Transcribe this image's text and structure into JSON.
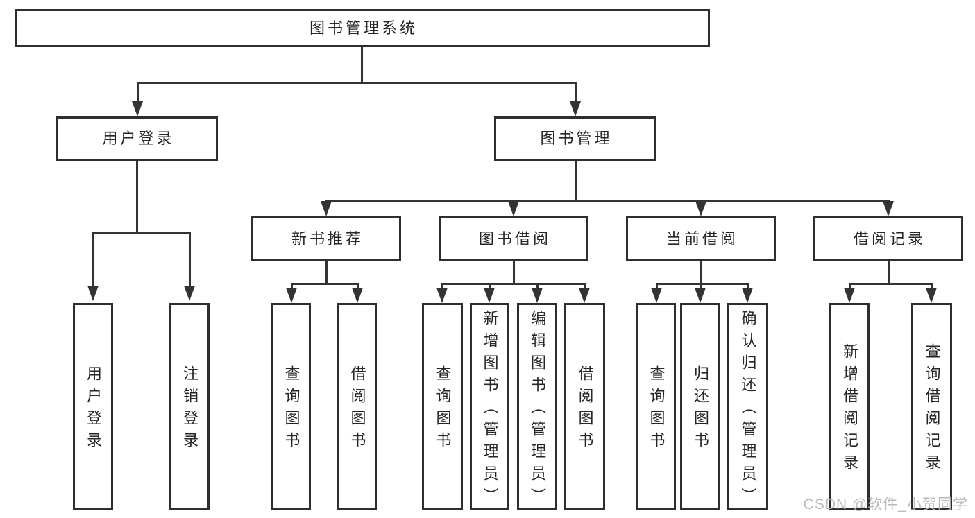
{
  "colors": {
    "line": "#333333",
    "box_border": "#2e2e2e",
    "text": "#262626",
    "watermark": "#b5b5b5",
    "background": "#ffffff"
  },
  "watermark": "CSDN @软件_小贺同学",
  "tree": {
    "root": {
      "label": "图书管理系统",
      "children": [
        {
          "label": "用户登录",
          "children": [
            {
              "label": "用户登录"
            },
            {
              "label": "注销登录"
            }
          ]
        },
        {
          "label": "图书管理",
          "children": [
            {
              "label": "新书推荐",
              "children": [
                {
                  "label": "查询图书"
                },
                {
                  "label": "借阅图书"
                }
              ]
            },
            {
              "label": "图书借阅",
              "children": [
                {
                  "label": "查询图书"
                },
                {
                  "label": "新增图书（管理员）"
                },
                {
                  "label": "编辑图书（管理员）"
                },
                {
                  "label": "借阅图书"
                }
              ]
            },
            {
              "label": "当前借阅",
              "children": [
                {
                  "label": "查询图书"
                },
                {
                  "label": "归还图书"
                },
                {
                  "label": "确认归还（管理员）"
                }
              ]
            },
            {
              "label": "借阅记录",
              "children": [
                {
                  "label": "新增借阅记录"
                },
                {
                  "label": "查询借阅记录"
                }
              ]
            }
          ]
        }
      ]
    }
  }
}
